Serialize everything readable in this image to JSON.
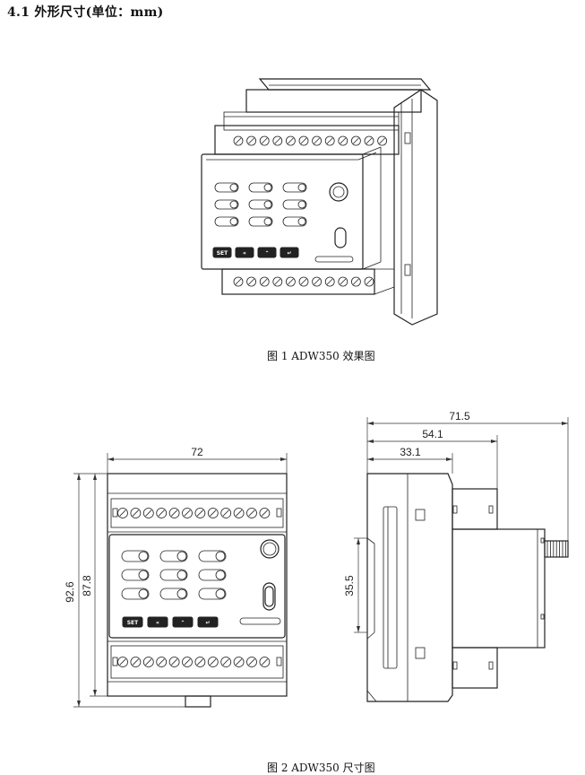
{
  "section_heading": "4.1 外形尺寸(单位：mm)",
  "figure1_caption": "图 1 ADW350 效果图",
  "figure2_caption": "图 2 ADW350 尺寸图",
  "dimensions": {
    "front_width": "72",
    "total_height": "92.6",
    "body_height": "87.8",
    "total_depth": "71.5",
    "depth_to_rail": "54.1",
    "front_depth": "33.1",
    "rail_height": "35.5"
  },
  "buttons": {
    "set_label": "SET"
  }
}
